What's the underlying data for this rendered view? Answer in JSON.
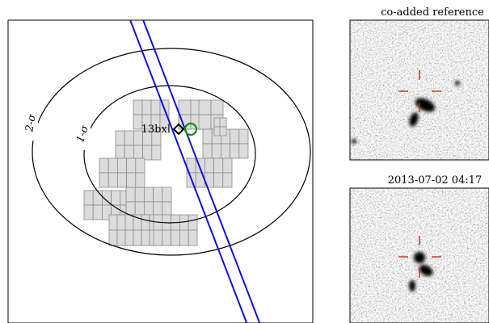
{
  "figure": {
    "main_panel": {
      "contour_labels": [
        "1-σ",
        "2-σ"
      ],
      "marker_label": "13bxl"
    },
    "stamps": [
      {
        "title": "co-added reference"
      },
      {
        "title": "2013-07-02 04:17"
      }
    ]
  },
  "colors": {
    "contour": "#000000",
    "band": "#1010dd",
    "marker_circle": "#1a8a1a",
    "marker_diamond": "#000000",
    "chip_fill": "#dcdcdc",
    "chip_edge": "#8a8a8a",
    "crosshair": "#dd2222"
  },
  "chart_data": {
    "type": "scatter",
    "title": "",
    "xlabel": "",
    "ylabel": "",
    "contours": [
      "1-σ",
      "2-σ"
    ],
    "points": [
      {
        "name": "13bxl",
        "marker": "diamond"
      },
      {
        "name": "",
        "marker": "circle"
      }
    ],
    "ccd_chip_groups": 13,
    "stamps": [
      "co-added reference",
      "2013-07-02 04:17"
    ]
  }
}
